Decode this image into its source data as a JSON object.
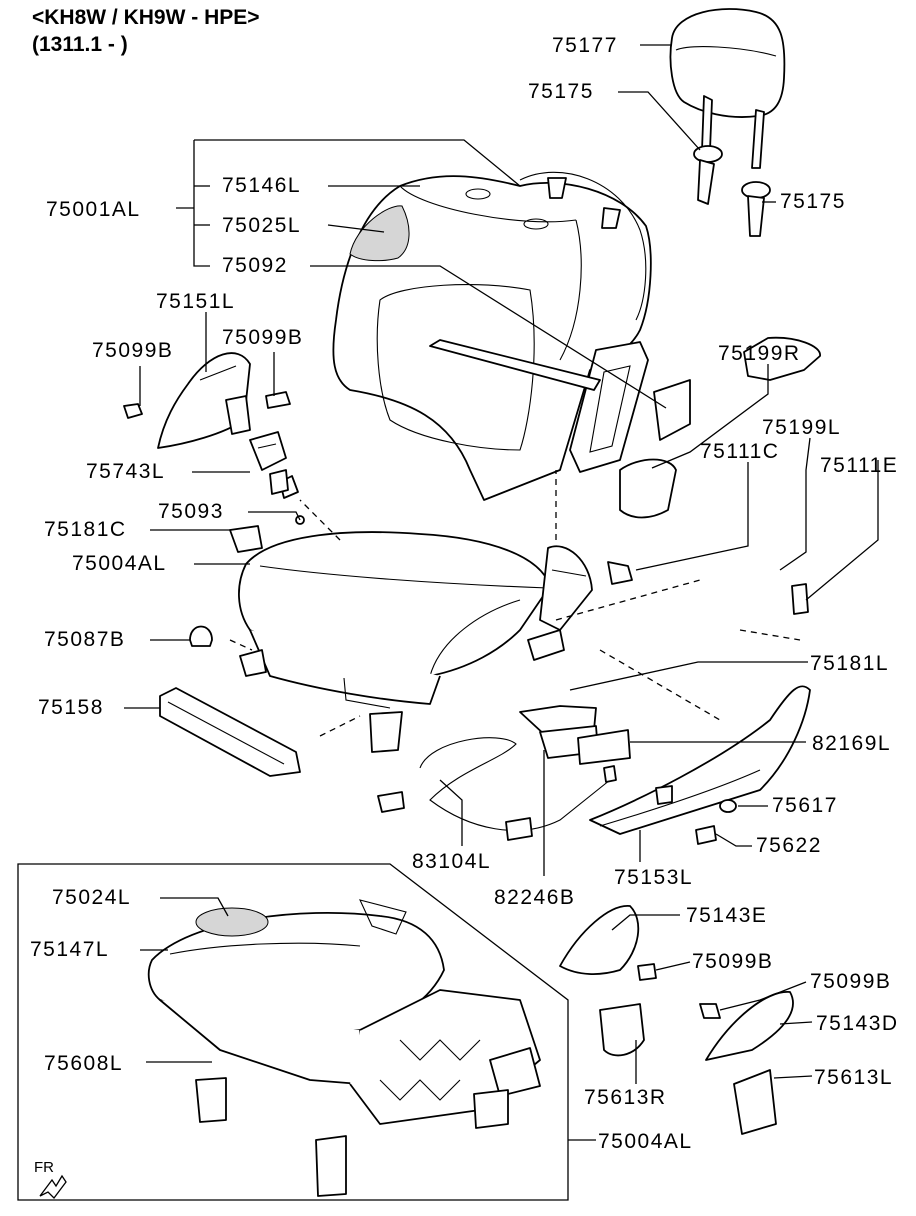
{
  "header": {
    "model": "<KH8W / KH9W - HPE>",
    "range": "(1311.1 - )"
  },
  "orientation_mark": "FR",
  "callouts": [
    {
      "id": "c75177",
      "text": "75177"
    },
    {
      "id": "c75175a",
      "text": "75175"
    },
    {
      "id": "c75175b",
      "text": "75175"
    },
    {
      "id": "c75001AL",
      "text": "75001AL"
    },
    {
      "id": "c75146L",
      "text": "75146L"
    },
    {
      "id": "c75025L",
      "text": "75025L"
    },
    {
      "id": "c75092",
      "text": "75092"
    },
    {
      "id": "c75151L",
      "text": "75151L"
    },
    {
      "id": "c75099Ba",
      "text": "75099B"
    },
    {
      "id": "c75099Bb",
      "text": "75099B"
    },
    {
      "id": "c75199R",
      "text": "75199R"
    },
    {
      "id": "c75199L",
      "text": "75199L"
    },
    {
      "id": "c75743L",
      "text": "75743L"
    },
    {
      "id": "c75111C",
      "text": "75111C"
    },
    {
      "id": "c75111E",
      "text": "75111E"
    },
    {
      "id": "c75093",
      "text": "75093"
    },
    {
      "id": "c75181C",
      "text": "75181C"
    },
    {
      "id": "c75004ALa",
      "text": "75004AL"
    },
    {
      "id": "c75087B",
      "text": "75087B"
    },
    {
      "id": "c75181L",
      "text": "75181L"
    },
    {
      "id": "c75158",
      "text": "75158"
    },
    {
      "id": "c82169L",
      "text": "82169L"
    },
    {
      "id": "c75617",
      "text": "75617"
    },
    {
      "id": "c75622",
      "text": "75622"
    },
    {
      "id": "c83104L",
      "text": "83104L"
    },
    {
      "id": "c75153L",
      "text": "75153L"
    },
    {
      "id": "c82246B",
      "text": "82246B"
    },
    {
      "id": "c75024L",
      "text": "75024L"
    },
    {
      "id": "c75143E",
      "text": "75143E"
    },
    {
      "id": "c75147L",
      "text": "75147L"
    },
    {
      "id": "c75099Bc",
      "text": "75099B"
    },
    {
      "id": "c75099Bd",
      "text": "75099B"
    },
    {
      "id": "c75143D",
      "text": "75143D"
    },
    {
      "id": "c75608L",
      "text": "75608L"
    },
    {
      "id": "c75613L",
      "text": "75613L"
    },
    {
      "id": "c75613R",
      "text": "75613R"
    },
    {
      "id": "c75004ALb",
      "text": "75004AL"
    }
  ]
}
